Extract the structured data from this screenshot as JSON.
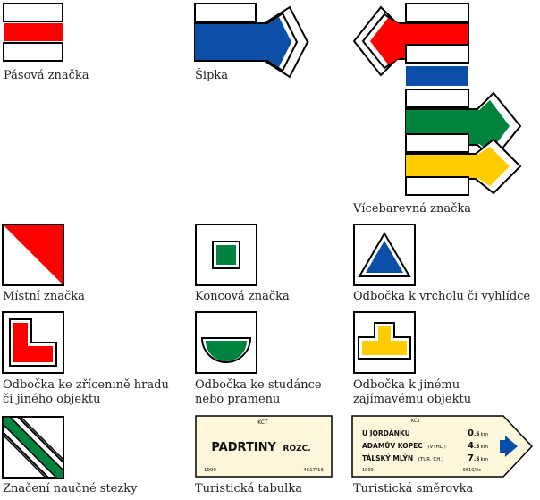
{
  "colors": {
    "red": "#ff0000",
    "blue": "#0a4ea8",
    "green": "#00843d",
    "yellow": "#ffcc00",
    "black": "#000000",
    "white": "#ffffff",
    "board": "#fdf7dc"
  },
  "labels": {
    "pasova": "Pásová značka",
    "sipka": "Šipka",
    "vicebarevna": "Vícebarevná značka",
    "mistni": "Místní značka",
    "koncova": "Koncová značka",
    "vrchol": "Odbočka k vrcholu či vyhlídce",
    "zricenina": [
      "Odbočka ke zřícenině hradu",
      "či jiného objektu"
    ],
    "studanka": [
      "Odbočka ke studánce",
      "nebo pramenu"
    ],
    "jine": [
      "Odbočka k jinému",
      "zajímavému objektu"
    ],
    "naucna": "Značení naučné stezky",
    "tabulka": "Turistická tabulka",
    "smerovka": "Turistická směrovka"
  },
  "tabulka": {
    "header": "KČT",
    "name": "PADRTINY",
    "suffix": "ROZC.",
    "year": "1999",
    "code": "4617/16"
  },
  "smerovka": {
    "header": "KČT",
    "rows": [
      {
        "name": "U JORDÁNKU",
        "note": "",
        "dist_int": "0",
        "dist_dec": ".5",
        "unit": "km"
      },
      {
        "name": "ADAMŮV KOPEC",
        "note": "(VYHL.)",
        "dist_int": "4",
        "dist_dec": ".5",
        "unit": "km"
      },
      {
        "name": "TÁLSKÝ MLÝN",
        "note": "(TUR. CH.)",
        "dist_int": "7",
        "dist_dec": ".5",
        "unit": "km"
      }
    ],
    "year": "1999",
    "code": "9610/6c"
  }
}
